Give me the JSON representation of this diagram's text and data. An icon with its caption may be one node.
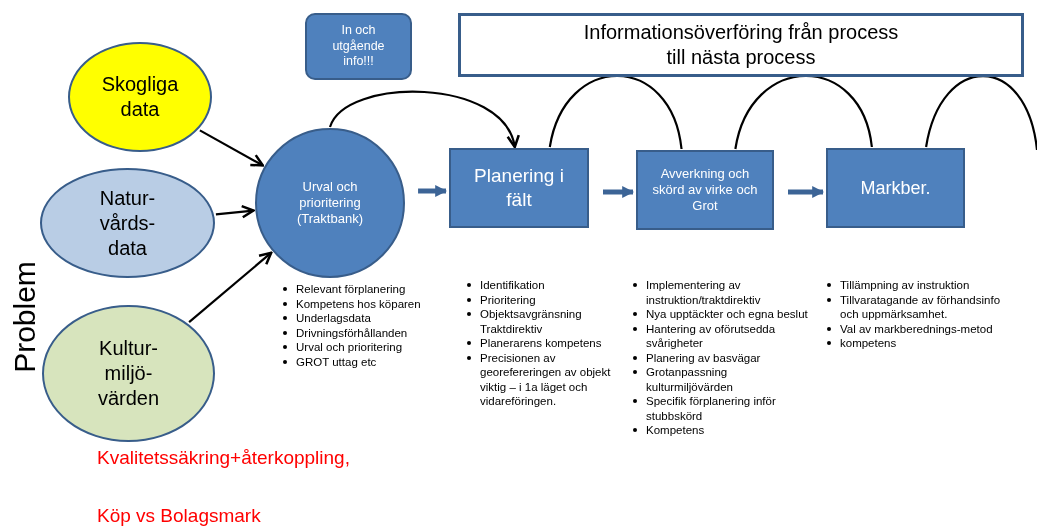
{
  "diagram": {
    "nodes": [
      {
        "text": [
          "Skogliga data"
        ]
      },
      {
        "text": [
          "Natur- vårds- data"
        ]
      },
      {
        "text": [
          "Kultur- miljö- värden"
        ]
      },
      {
        "text": [
          "Urval och prioritering (Traktbank)"
        ],
        "beside": [
          "Relevant förplanering",
          "Kompetens hos köparen",
          "Underlagsdata",
          "Drivningsförhållanden",
          "Urval och prioritering",
          "GROT uttag etc"
        ]
      },
      {
        "text": [
          "Planering i fält"
        ],
        "beside": [
          "Identifikation",
          "Prioritering",
          "Objektsavgränsning Traktdirektiv",
          "Planerarens kompetens",
          "Precisionen av georefereringen av objekt viktig – i 1a läget och vidareföringen."
        ]
      },
      {
        "text": [
          "Avverkning och skörd av virke och Grot"
        ],
        "beside": [
          "Implementering av instruktion/traktdirektiv",
          "Nya upptäckter och egna beslut",
          "Hantering av oförutsedda svårigheter",
          "Planering av basvägar",
          "Grotanpassning kulturmiljövärden",
          "Specifik förplanering inför stubbskörd",
          "Kompetens"
        ]
      },
      {
        "text": [
          "Markber."
        ],
        "beside": [
          "Tillämpning av instruktion",
          "Tillvaratagande av förhandsinfo och uppmärksamhet.",
          "Val av markberednings-metod",
          "kompetens"
        ]
      },
      {
        "text": [
          "In och utgående info!!!"
        ]
      },
      {
        "text": [
          "Informationsöverföring från process till nästa process"
        ]
      }
    ],
    "edges": [
      {
        "from": 0,
        "to": 3,
        "arrow": "to"
      },
      {
        "from": 1,
        "to": 3,
        "arrow": "to"
      },
      {
        "from": 2,
        "to": 3,
        "arrow": "to"
      },
      {
        "from": 3,
        "to": 4,
        "arrow": "to",
        "style": "thick",
        "color": "#3c6496"
      },
      {
        "from": 4,
        "to": 5,
        "arrow": "to",
        "style": "thick",
        "color": "#3c6496"
      },
      {
        "from": 5,
        "to": 6,
        "arrow": "to",
        "style": "thick",
        "color": "#3c6496"
      },
      {
        "from": 3,
        "to": 4,
        "arrow": "to"
      },
      {
        "from": 4,
        "to": 5,
        "arrow": "none"
      },
      {
        "from": 5,
        "to": 6,
        "arrow": "none"
      },
      {
        "from": 6,
        "to": null,
        "arrow": "none"
      }
    ],
    "labels": [
      "Problem",
      "Kvalitetssäkring+återkoppling,",
      "Köp vs Bolagsmark"
    ]
  }
}
